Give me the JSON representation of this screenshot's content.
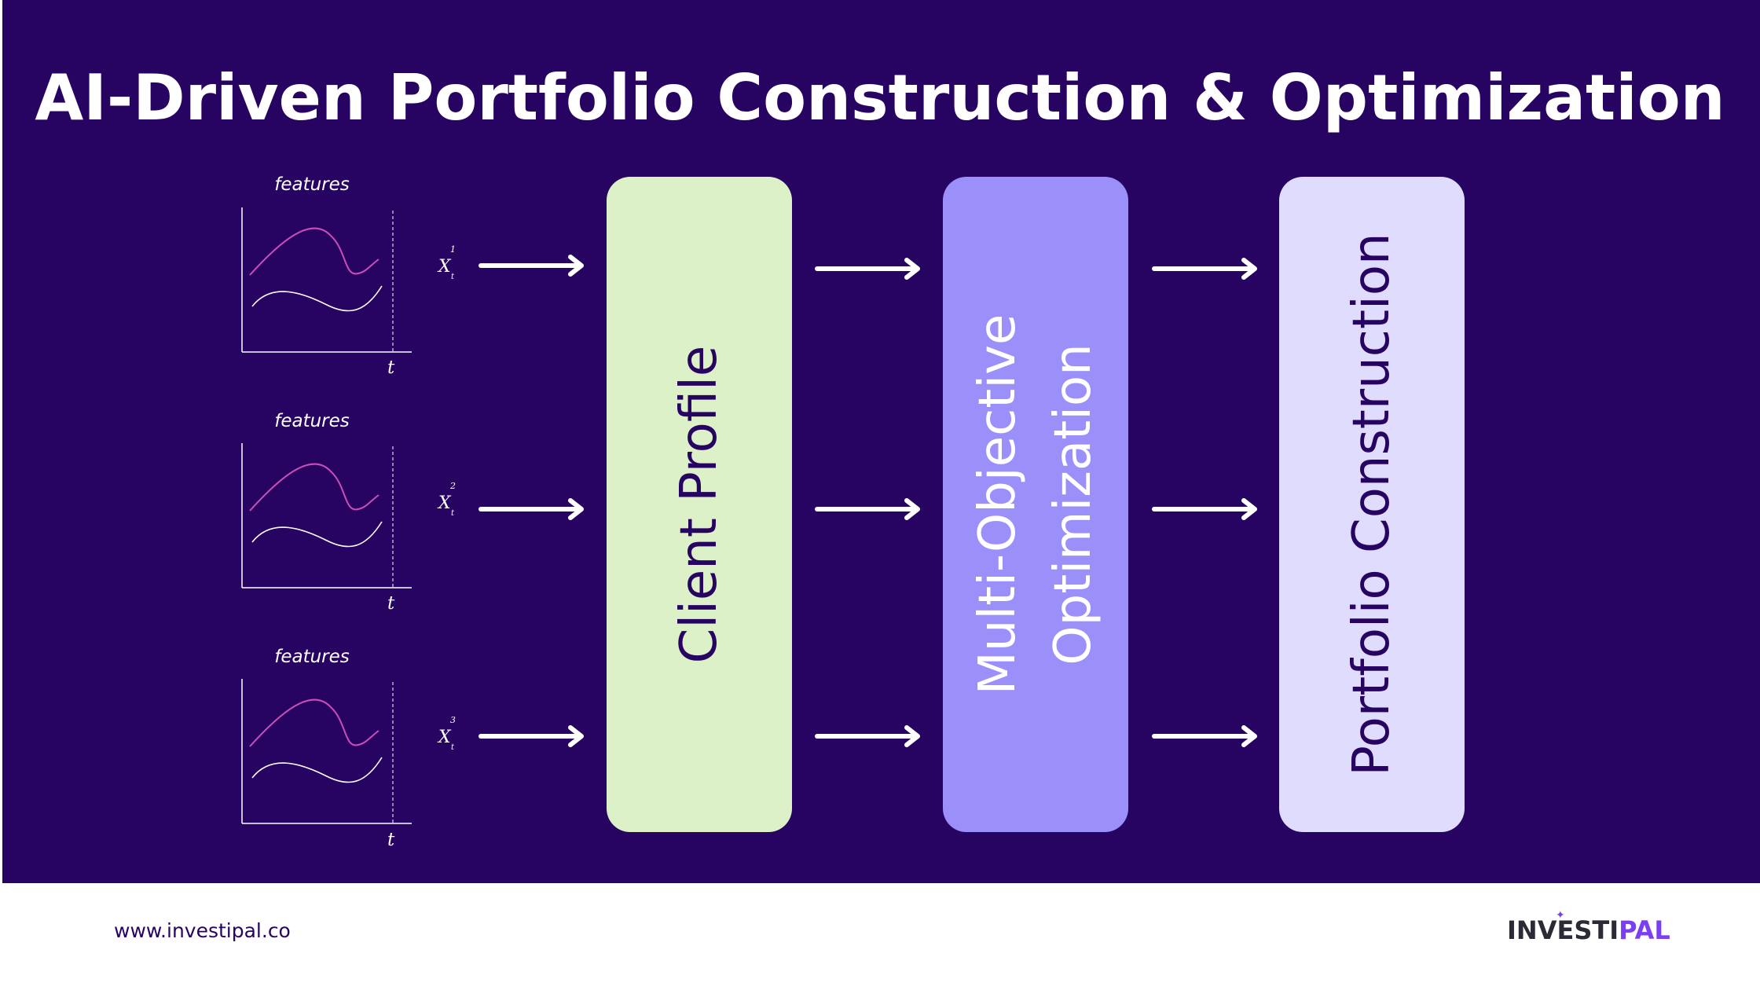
{
  "title": "AI-Driven Portfolio Construction & Optimization",
  "colors": {
    "background": "#280462",
    "client_profile_box": "#ddf1c8",
    "optimization_box": "#9b90f9",
    "construction_box": "#dfdcfd",
    "pink_curve": "#c94fb8",
    "white_curve": "#ffffff"
  },
  "feature_plots": [
    {
      "label": "features",
      "axis_label": "t",
      "variable": "X",
      "superscript": "1",
      "subscript": "t"
    },
    {
      "label": "features",
      "axis_label": "t",
      "variable": "X",
      "superscript": "2",
      "subscript": "t"
    },
    {
      "label": "features",
      "axis_label": "t",
      "variable": "X",
      "superscript": "3",
      "subscript": "t"
    }
  ],
  "stages": [
    {
      "label": "Client Profile"
    },
    {
      "label": "Multi-Objective Optimization",
      "line1": "Multi-Objective",
      "line2": "Optimization"
    },
    {
      "label": "Portfolio Construction"
    }
  ],
  "footer": {
    "url": "www.investipal.co",
    "logo_part1": "INVESTI",
    "logo_part2": "PAL"
  }
}
